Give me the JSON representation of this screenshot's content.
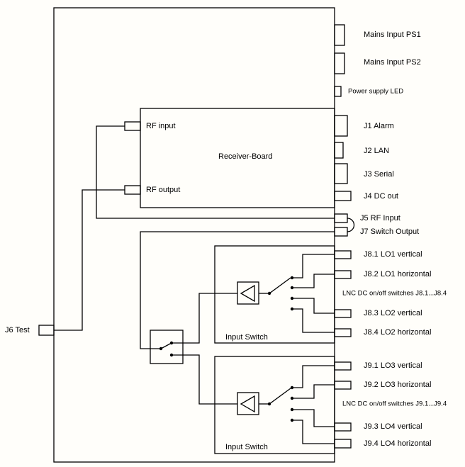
{
  "colors": {
    "background": "#fffefa",
    "line": "#000000",
    "text": "#000000"
  },
  "blocks": {
    "receiver_board_label": "Receiver-Board",
    "rf_input_label": "RF input",
    "rf_output_label": "RF output",
    "input_switch_upper_label": "Input Switch",
    "input_switch_lower_label": "Input Switch",
    "j6_test_label": "J6 Test"
  },
  "right_ports": [
    {
      "label": "Mains Input PS1"
    },
    {
      "label": "Mains Input PS2"
    },
    {
      "label": "Power supply LED"
    },
    {
      "label": "J1 Alarm"
    },
    {
      "label": "J2 LAN"
    },
    {
      "label": "J3 Serial"
    },
    {
      "label": "J4 DC out"
    },
    {
      "label": "J5 RF Input"
    },
    {
      "label": "J7 Switch Output"
    },
    {
      "label": "J8.1 LO1 vertical"
    },
    {
      "label": "J8.2 LO1 horizontal"
    },
    {
      "label": "LNC DC on/off switches J8.1...J8.4"
    },
    {
      "label": "J8.3 LO2 vertical"
    },
    {
      "label": "J8.4 LO2 horizontal"
    },
    {
      "label": "J9.1 LO3 vertical"
    },
    {
      "label": "J9.2 LO3 horizontal"
    },
    {
      "label": "LNC DC on/off switches J9.1...J9.4"
    },
    {
      "label": "J9.3 LO4 vertical"
    },
    {
      "label": "J9.4 LO4 horizontal"
    }
  ]
}
